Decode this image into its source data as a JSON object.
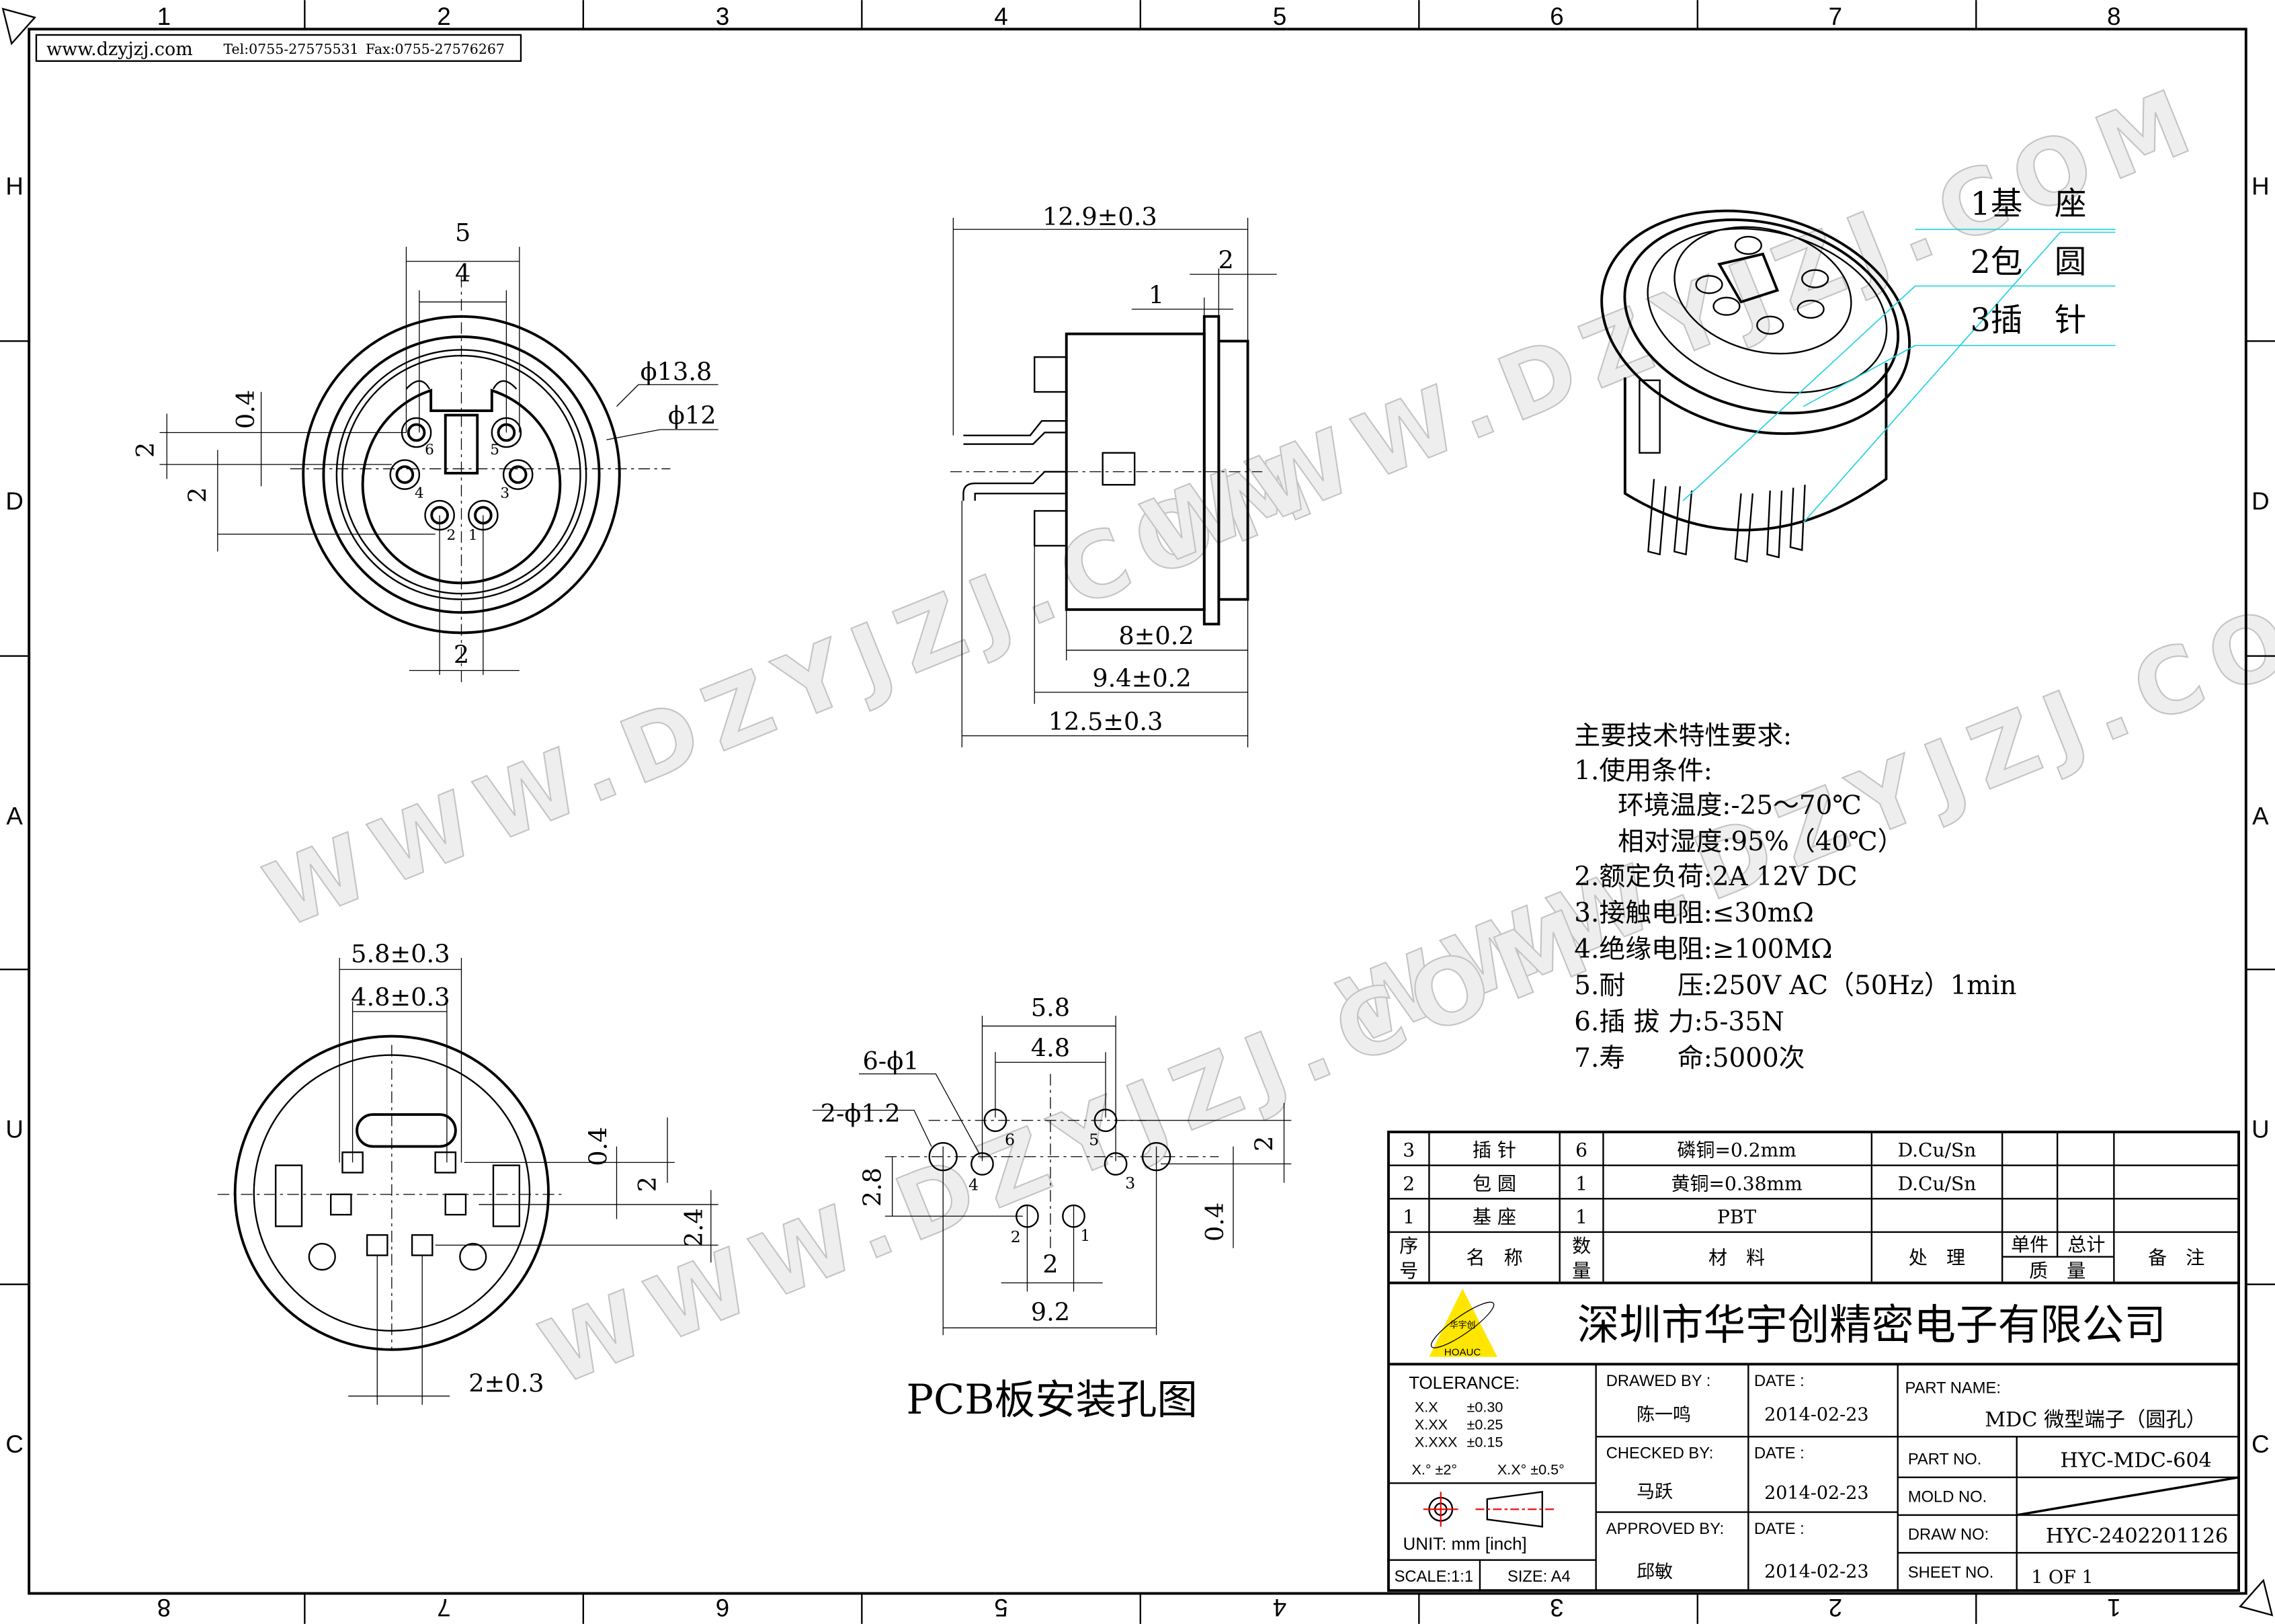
{
  "header": {
    "website": "www.dzyjzj.com",
    "tel": "Tel:0755-27575531",
    "fax": "Fax:0755-27576267"
  },
  "ruler": {
    "columns": [
      "1",
      "2",
      "3",
      "4",
      "5",
      "6",
      "7",
      "8"
    ],
    "rows": [
      "H",
      "D",
      "A",
      "U",
      "C"
    ]
  },
  "watermark": "WWW.DZYJZJ.COM",
  "front_view": {
    "dim_outer_pitch": "5",
    "dim_inner_pitch": "4",
    "dia_outer": "ϕ13.8",
    "dia_inner": "ϕ12",
    "dim_offset": "0.4",
    "dim_row_a": "2",
    "dim_row_b": "2",
    "dim_bottom_pitch": "2",
    "pins": [
      "1",
      "2",
      "3",
      "4",
      "5",
      "6"
    ]
  },
  "side_view": {
    "overall": "12.9±0.3",
    "flange": "2",
    "step": "1",
    "body": "8±0.2",
    "mid": "9.4±0.2",
    "total": "12.5±0.3"
  },
  "iso_view": {
    "labels": [
      "1基　座",
      "2包　圆",
      "3插　针"
    ]
  },
  "bottom_view": {
    "outer": "5.8±0.3",
    "inner": "4.8±0.3",
    "pitch": "2±0.3",
    "offset": "0.4",
    "row": "2",
    "row2": "2.4"
  },
  "pcb": {
    "title": "PCB板安装孔图",
    "outer": "5.8",
    "inner": "4.8",
    "holes_small": "6-ϕ1",
    "holes_large": "2-ϕ1.2",
    "height": "2.8",
    "row": "2",
    "offset": "0.4",
    "pitch": "2",
    "span": "9.2",
    "pins": [
      "1",
      "2",
      "3",
      "4",
      "5",
      "6"
    ]
  },
  "specs": {
    "title": "主要技术特性要求:",
    "lines": [
      "1.使用条件:",
      "环境温度:-25～70℃",
      "相对湿度:95%（40℃）",
      "2.额定负荷:2A 12V DC",
      "3.接触电阻:≤30mΩ",
      "4.绝缘电阻:≥100MΩ",
      "5.耐　　压:250V AC（50Hz）1min",
      "6.插 拔 力:5-35N",
      "7.寿　　命:5000次"
    ]
  },
  "bom": {
    "rows": [
      {
        "no": "3",
        "name": "插 针",
        "qty": "6",
        "material": "磷铜=0.2mm",
        "finish": "D.Cu/Sn"
      },
      {
        "no": "2",
        "name": "包 圆",
        "qty": "1",
        "material": "黄铜=0.38mm",
        "finish": "D.Cu/Sn"
      },
      {
        "no": "1",
        "name": "基 座",
        "qty": "1",
        "material": "PBT",
        "finish": ""
      }
    ],
    "headers": {
      "no_1": "序",
      "no_2": "号",
      "name": "名　称",
      "qty_1": "数",
      "qty_2": "量",
      "material": "材　料",
      "finish": "处　理",
      "unit": "单件",
      "total": "总计",
      "weight": "质　量",
      "remark": "备　注"
    }
  },
  "title_block": {
    "company": "深圳市华宇创精密电子有限公司",
    "logo_text": "HOAUC",
    "logo_cn": "华宇创",
    "tolerance_label": "TOLERANCE:",
    "tolerances": [
      [
        "X.X",
        "±0.30"
      ],
      [
        "X.XX",
        "±0.25"
      ],
      [
        "X.XXX",
        "±0.15"
      ]
    ],
    "angle_tol": [
      "X.°  ±2°",
      "X.X°  ±0.5°"
    ],
    "unit": "UNIT:  mm  [inch]",
    "scale": "SCALE:1:1",
    "size": "SIZE:  A4",
    "drawn_by_label": "DRAWED BY :",
    "drawn_by": "陈一鸣",
    "checked_by_label": "CHECKED BY:",
    "checked_by": "马跃",
    "approved_by_label": "APPROVED BY:",
    "approved_by": "邱敏",
    "date_label": "DATE :",
    "date_drawn": "2014-02-23",
    "date_checked": "2014-02-23",
    "date_approved": "2014-02-23",
    "part_name_label": "PART NAME:",
    "part_name": "MDC 微型端子（圆孔）",
    "part_no_label": "PART NO.",
    "part_no": "HYC-MDC-604",
    "mold_no_label": "MOLD NO.",
    "draw_no_label": "DRAW NO:",
    "draw_no": "HYC-2402201126",
    "sheet_no_label": "SHEET NO.",
    "sheet_no": "1 OF 1"
  }
}
